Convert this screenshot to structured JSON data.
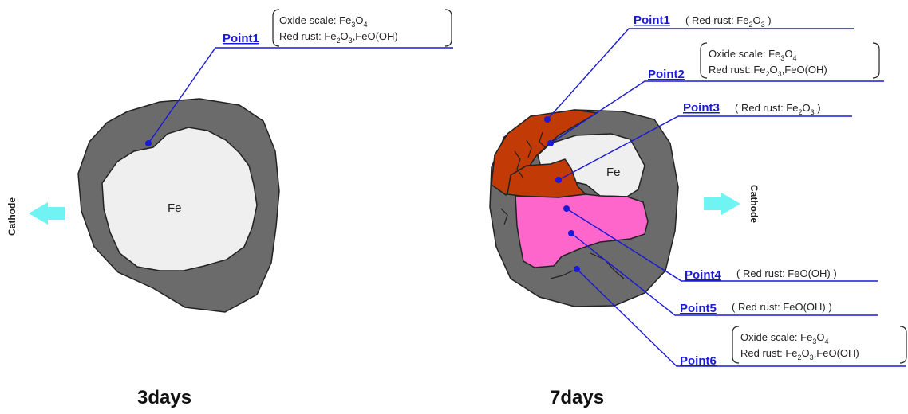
{
  "colors": {
    "scale": "#6b6b6b",
    "fe": "#efefef",
    "red_rust": "#c23a06",
    "pink": "#ff66cc",
    "leader": "#1a1ad6",
    "arrow": "#6ff3f3"
  },
  "left_panel": {
    "caption": "3days",
    "fe_label": "Fe",
    "cathode_label": "Cathode",
    "arrow_direction": "left",
    "point1": {
      "label": "Point1",
      "oxide": {
        "prefix": "Oxide scale: Fe",
        "s1": "3",
        "mid": "O",
        "s2": "4"
      },
      "rust": {
        "prefix": "Red rust: Fe",
        "s1": "2",
        "mid": "O",
        "s2": "3",
        "suffix": ",FeO(OH)"
      }
    }
  },
  "right_panel": {
    "caption": "7days",
    "fe_label": "Fe",
    "cathode_label": "Cathode",
    "arrow_direction": "right",
    "point1": {
      "label": "Point1",
      "rust": {
        "open": "( ",
        "prefix": "Red rust: Fe",
        "s1": "2",
        "mid": "O",
        "s2": "3",
        "close": " )"
      }
    },
    "point2": {
      "label": "Point2",
      "oxide": {
        "prefix": "Oxide scale: Fe",
        "s1": "3",
        "mid": "O",
        "s2": "4"
      },
      "rust": {
        "prefix": "Red rust: Fe",
        "s1": "2",
        "mid": "O",
        "s2": "3",
        "suffix": ",FeO(OH)"
      }
    },
    "point3": {
      "label": "Point3",
      "rust": {
        "open": "( ",
        "prefix": "Red rust: Fe",
        "s1": "2",
        "mid": "O",
        "s2": "3",
        "close": " )"
      }
    },
    "point4": {
      "label": "Point4",
      "text": "( Red rust: FeO(OH) )"
    },
    "point5": {
      "label": "Point5",
      "text": "( Red rust: FeO(OH) )"
    },
    "point6": {
      "label": "Point6",
      "oxide": {
        "prefix": "Oxide scale: Fe",
        "s1": "3",
        "mid": "O",
        "s2": "4"
      },
      "rust": {
        "prefix": "Red rust: Fe",
        "s1": "2",
        "mid": "O",
        "s2": "3",
        "suffix": ",FeO(OH)"
      }
    }
  }
}
